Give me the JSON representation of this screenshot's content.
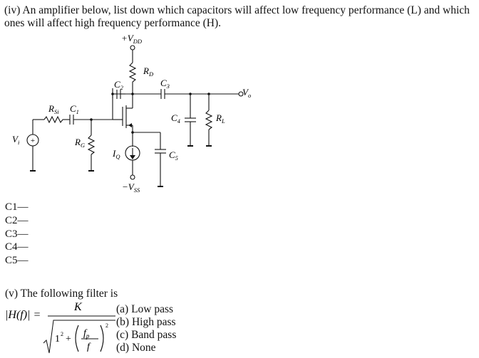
{
  "question_iv": {
    "text": "(iv) An amplifier below, list down which capacitors will affect low frequency performance (L) and which ones will affect high frequency performance (H)."
  },
  "circuit": {
    "vdd": {
      "main": "+V",
      "sub": "DD"
    },
    "vss": {
      "main": "−V",
      "sub": "SS"
    },
    "rd": {
      "main": "R",
      "sub": "D"
    },
    "rsi": {
      "main": "R",
      "sub": "Si"
    },
    "rg": {
      "main": "R",
      "sub": "G"
    },
    "rl": {
      "main": "R",
      "sub": "L"
    },
    "c1": {
      "main": "C",
      "sub": "1"
    },
    "c2": {
      "main": "C",
      "sub": "2"
    },
    "c3": {
      "main": "C",
      "sub": "3"
    },
    "c4": {
      "main": "C",
      "sub": "4"
    },
    "c5": {
      "main": "C",
      "sub": "5"
    },
    "iq": {
      "main": "I",
      "sub": "Q"
    },
    "vi": {
      "main": "V",
      "sub": "i"
    },
    "vo": {
      "main": "V",
      "sub": "o"
    },
    "source_sign": "+"
  },
  "capacitor_list": [
    "C1—",
    "C2—",
    "C3—",
    "C4—",
    "C5—"
  ],
  "question_v": {
    "text": "(v) The following filter is",
    "formula": {
      "lhs": "|H(f)| =",
      "numerator": "K",
      "one_sq": "1",
      "one_exp": "2",
      "plus": "+",
      "fp": "f",
      "fp_sub": "p",
      "f": "f",
      "exp": "2"
    },
    "options": [
      "(a) Low pass",
      "(b) High pass",
      "(c) Band pass",
      "(d) None"
    ]
  }
}
